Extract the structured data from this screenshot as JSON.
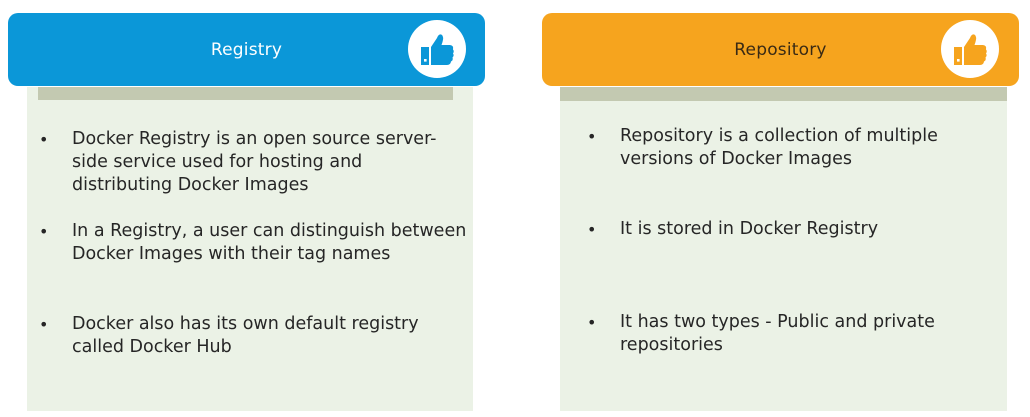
{
  "cards": [
    {
      "title": "Registry",
      "accent_color": "#0b97d8",
      "icon": "thumbs-up-icon",
      "points": [
        "Docker Registry is an open source server-side service used for hosting and distributing Docker Images",
        "In a Registry, a user can distinguish between Docker Images with their tag names",
        "Docker also has its own default registry called Docker Hub"
      ]
    },
    {
      "title": "Repository",
      "accent_color": "#f6a41e",
      "icon": "thumbs-up-icon",
      "points": [
        "Repository is a collection of multiple versions of Docker Images",
        "It is stored in Docker Registry",
        "It has two types - Public and private repositories"
      ]
    }
  ]
}
